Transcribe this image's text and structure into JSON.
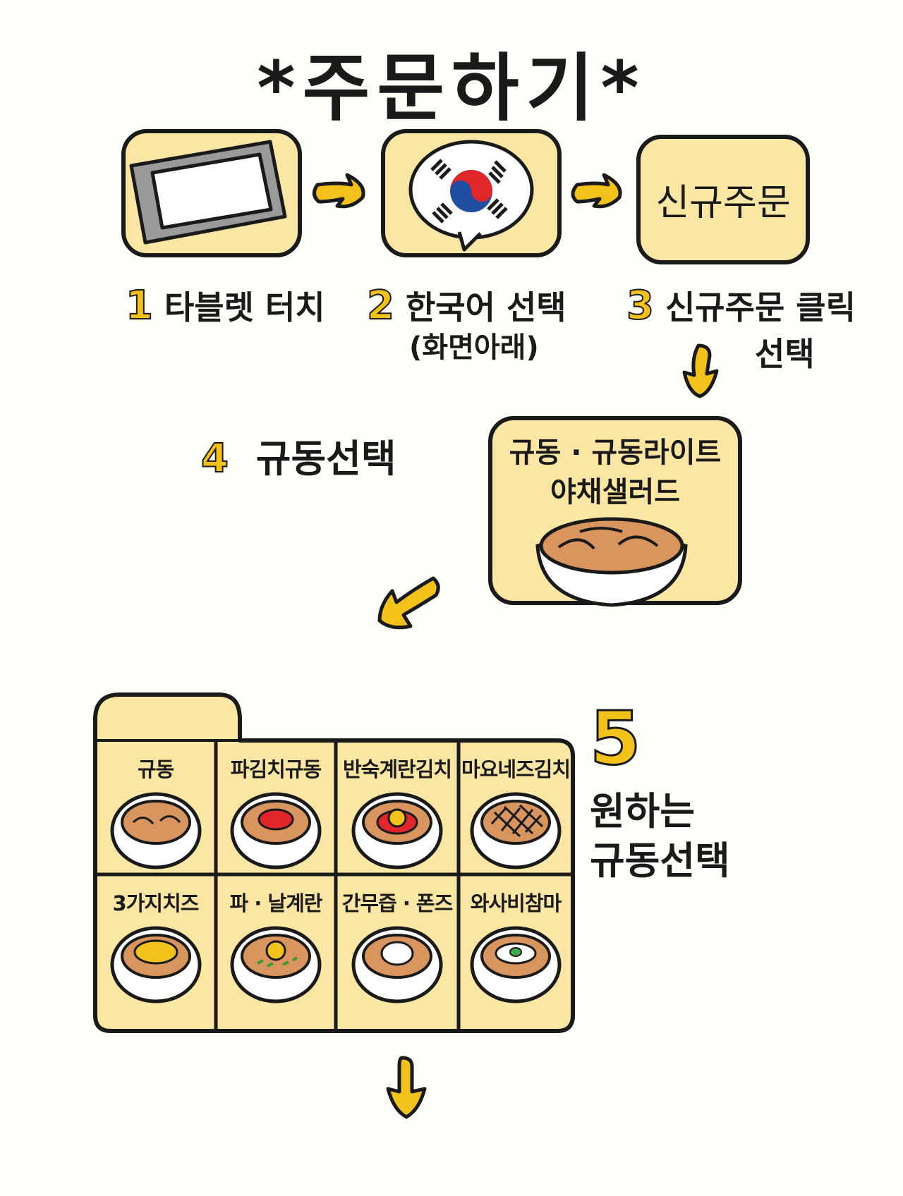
{
  "title": "*주문하기*",
  "steps": [
    {
      "num": "1",
      "label": "타블렛 터치"
    },
    {
      "num": "2",
      "label": "한국어 선택",
      "sub": "(화면아래)"
    },
    {
      "num": "3",
      "label": "신규주문 클릭",
      "sub": "선택",
      "card_text": "신규주문"
    },
    {
      "num": "4",
      "label": "규동선택",
      "card_line1": "규동 · 규동라이트",
      "card_line2": "야채샐러드"
    },
    {
      "num": "5",
      "line1": "원하는",
      "line2": "규동선택"
    }
  ],
  "menu": [
    {
      "name": "규동",
      "topping": "none"
    },
    {
      "name": "파김치규동",
      "topping": "red"
    },
    {
      "name": "반숙계란김치",
      "topping": "red-egg"
    },
    {
      "name": "마요네즈김치",
      "topping": "grid"
    },
    {
      "name": "3가지치즈",
      "topping": "cheese"
    },
    {
      "name": "파 · 날계란",
      "topping": "egg-green"
    },
    {
      "name": "간무즙 · 폰즈",
      "topping": "white"
    },
    {
      "name": "와사비참마",
      "topping": "wasabi"
    }
  ],
  "colors": {
    "yellow": "#f2c21a",
    "card": "#fbe6a3",
    "meat": "#d9955e",
    "red": "#e0252b",
    "blue": "#1f4ea0"
  }
}
